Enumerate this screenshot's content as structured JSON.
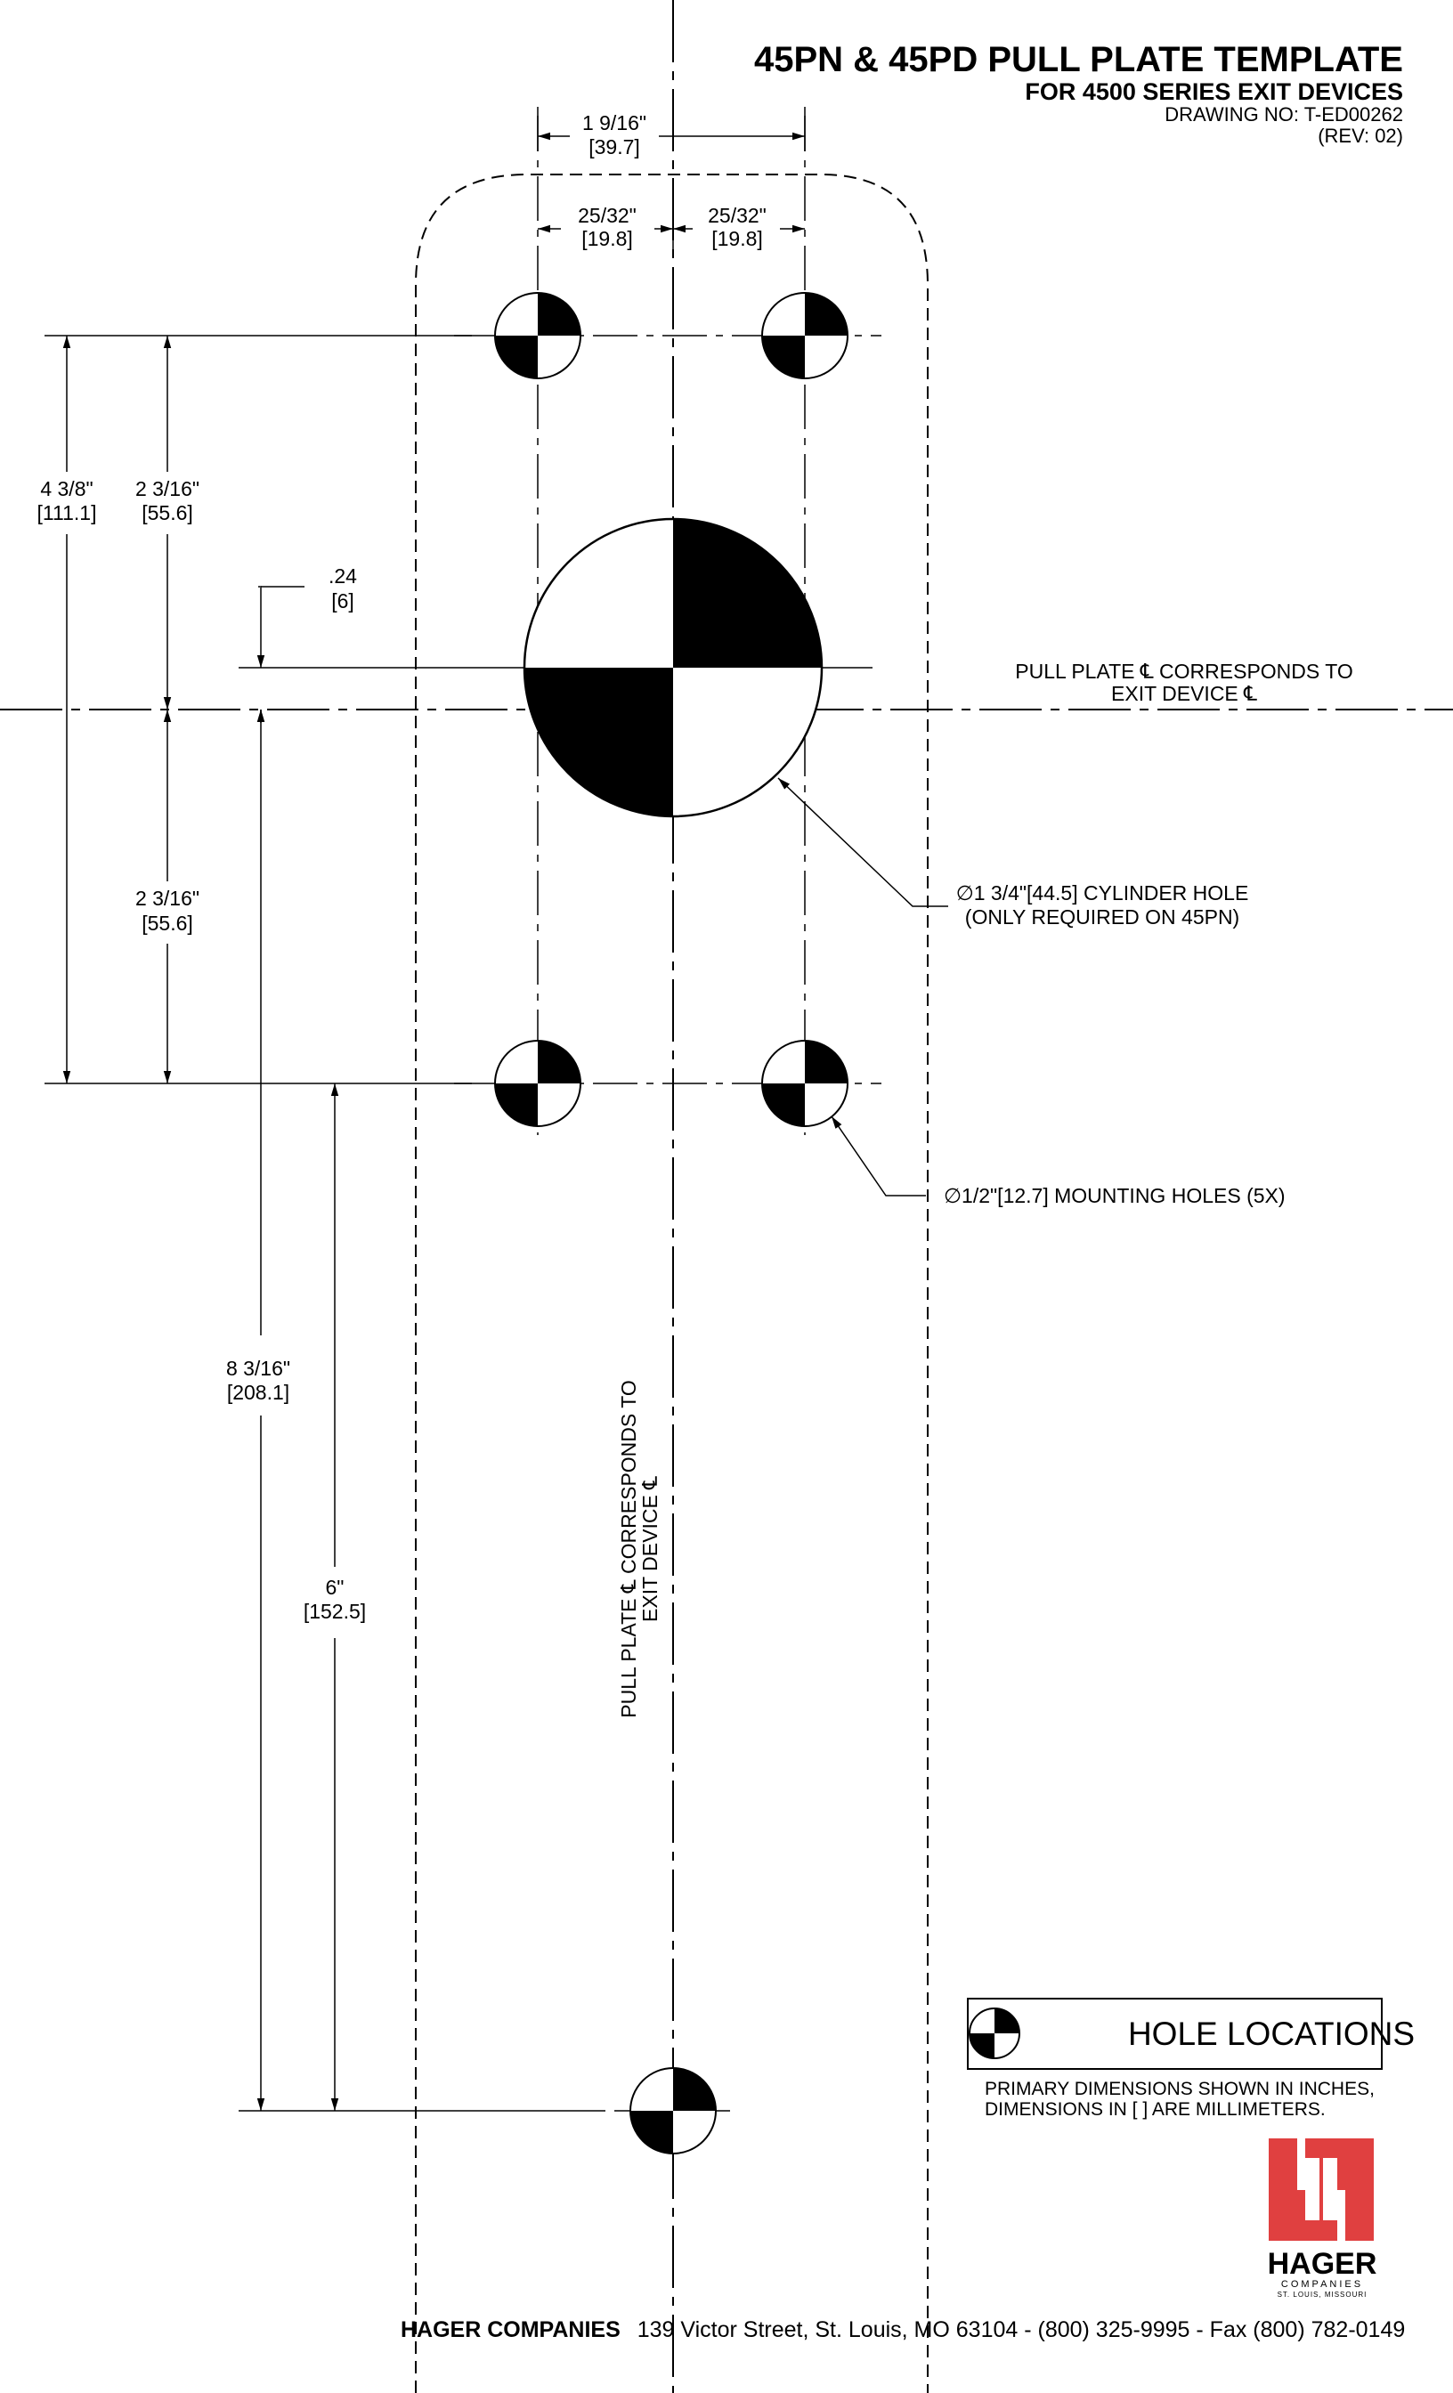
{
  "header": {
    "title": "45PN & 45PD PULL PLATE TEMPLATE",
    "subtitle": "FOR 4500 SERIES EXIT DEVICES",
    "drawing_no": "DRAWING NO:  T-ED00262",
    "rev": "(REV: 02)"
  },
  "dimensions": {
    "width_total_in": "1 9/16\"",
    "width_total_mm": "[39.7]",
    "half_left_in": "25/32\"",
    "half_left_mm": "[19.8]",
    "half_right_in": "25/32\"",
    "half_right_mm": "[19.8]",
    "height_total_in": "4 3/8\"",
    "height_total_mm": "[111.1]",
    "upper_half_in": "2 3/16\"",
    "upper_half_mm": "[55.6]",
    "lower_half_in": "2 3/16\"",
    "lower_half_mm": "[55.6]",
    "offset_in": ".24",
    "offset_mm": "[6]",
    "long_total_in": "8 3/16\"",
    "long_total_mm": "[208.1]",
    "long_lower_in": "6\"",
    "long_lower_mm": "[152.5]"
  },
  "notes": {
    "centerline_h_line1": "PULL PLATE ℄ CORRESPONDS TO",
    "centerline_h_line2": "EXIT DEVICE ℄",
    "centerline_v_line1": "PULL PLATE ℄ CORRESPONDS TO",
    "centerline_v_line2": "EXIT DEVICE ℄",
    "cylinder_line1": "∅1 3/4\"[44.5] CYLINDER HOLE",
    "cylinder_line2": "(ONLY REQUIRED ON 45PN)",
    "mounting": "∅1/2\"[12.7] MOUNTING HOLES (5X)"
  },
  "legend": {
    "label": "HOLE LOCATIONS",
    "note_line1": "PRIMARY DIMENSIONS SHOWN IN INCHES,",
    "note_line2": "DIMENSIONS IN [ ] ARE MILLIMETERS."
  },
  "logo": {
    "name": "HAGER",
    "sub1": "COMPANIES",
    "sub2": "ST. LOUIS, MISSOURI",
    "color": "#e04040"
  },
  "footer": {
    "company": "HAGER COMPANIES",
    "address": "139 Victor Street, St. Louis, MO 63104 - (800) 325-9995 - Fax (800) 782-0149"
  }
}
